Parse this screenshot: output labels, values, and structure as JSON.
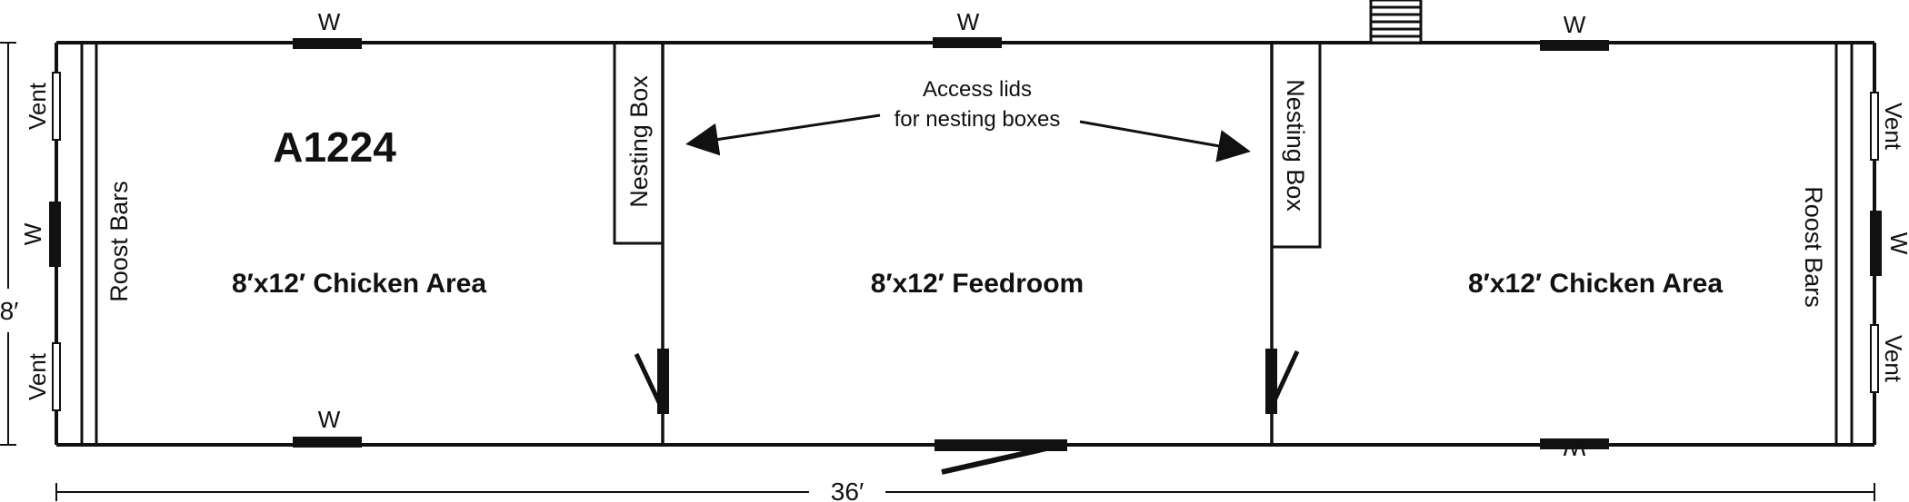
{
  "plan_id": "A1224",
  "rooms": {
    "left": "8′x12′ Chicken Area",
    "center": "8′x12′ Feedroom",
    "right": "8′x12′ Chicken Area"
  },
  "labels": {
    "window": "W",
    "vent": "Vent",
    "roost_bars": "Roost Bars",
    "nesting_box": "Nesting Box",
    "access_line1": "Access lids",
    "access_line2": "for nesting boxes"
  },
  "dimensions": {
    "width": "36′",
    "depth": "8′"
  },
  "colors": {
    "line": "#111111",
    "background": "#ffffff"
  }
}
